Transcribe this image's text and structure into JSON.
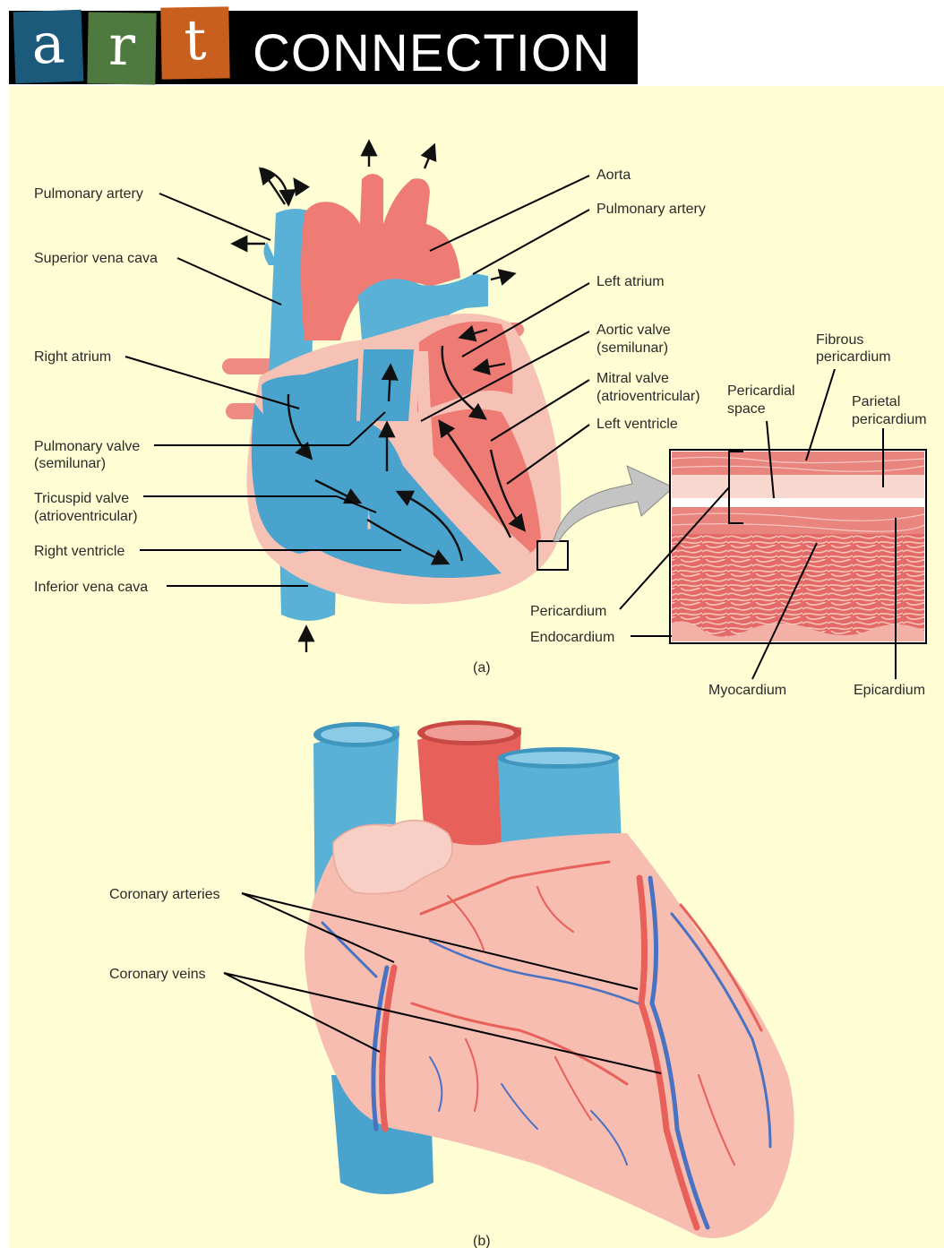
{
  "banner": {
    "letters": [
      "a",
      "r",
      "t"
    ],
    "title": "CONNECTION",
    "colors": {
      "a": "#1b5a7a",
      "r": "#4f7a3f",
      "t": "#c85f1f",
      "background": "#000000"
    }
  },
  "panel_a": {
    "caption": "(a)",
    "labels_left": {
      "pulmonary_artery": "Pulmonary artery",
      "superior_vena_cava": "Superior vena cava",
      "right_atrium": "Right atrium",
      "pulmonary_valve_1": "Pulmonary valve",
      "pulmonary_valve_2": "(semilunar)",
      "tricuspid_valve_1": "Tricuspid valve",
      "tricuspid_valve_2": "(atrioventricular)",
      "right_ventricle": "Right ventricle",
      "inferior_vena_cava": "Inferior vena cava"
    },
    "labels_right": {
      "aorta": "Aorta",
      "pulmonary_artery": "Pulmonary artery",
      "left_atrium": "Left atrium",
      "aortic_valve_1": "Aortic valve",
      "aortic_valve_2": "(semilunar)",
      "mitral_valve_1": "Mitral valve",
      "mitral_valve_2": "(atrioventricular)",
      "left_ventricle": "Left ventricle"
    },
    "inset_labels": {
      "fibrous_1": "Fibrous",
      "fibrous_2": "pericardium",
      "pericardial_1": "Pericardial",
      "pericardial_2": "space",
      "parietal_1": "Parietal",
      "parietal_2": "pericardium",
      "pericardium": "Pericardium",
      "endocardium": "Endocardium",
      "myocardium": "Myocardium",
      "epicardium": "Epicardium"
    }
  },
  "panel_b": {
    "caption": "(b)",
    "coronary_arteries": "Coronary arteries",
    "coronary_veins": "Coronary veins"
  },
  "colors": {
    "panel_background": "#fefdd3",
    "deoxygenated_blue": "#5ab1d6",
    "oxygenated_red": "#ee7b74",
    "heart_muscle": "#f7c2b6",
    "leader_line": "#000000"
  }
}
